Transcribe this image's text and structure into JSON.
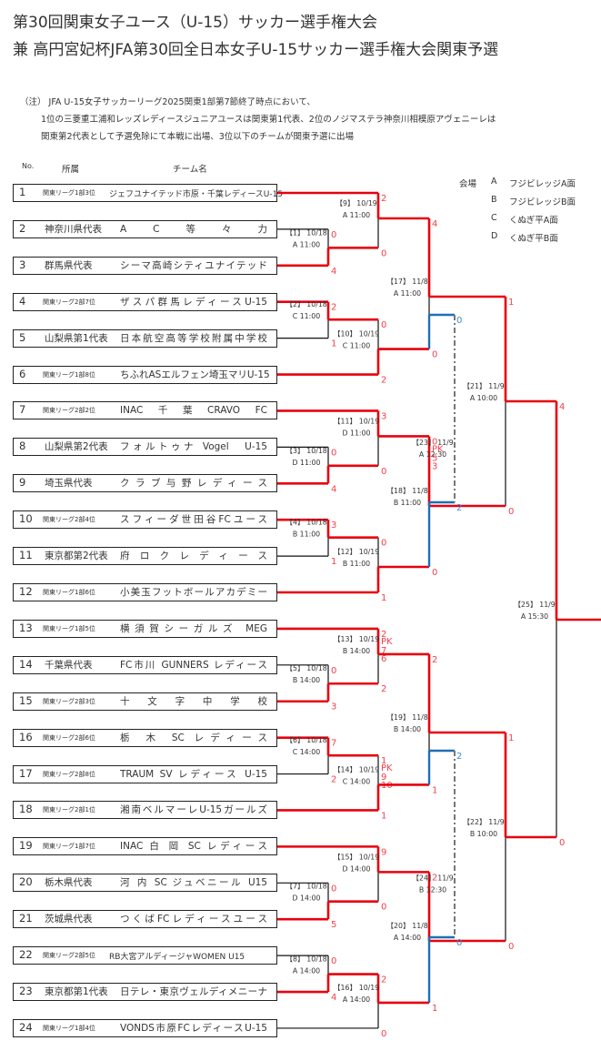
{
  "title": {
    "line1": "第30回関東女子ユース（U-15）サッカー選手権大会",
    "line2": "兼 高円宮妃杯JFA第30回全日本女子U-15サッカー選手権大会関東予選"
  },
  "note": {
    "line1": "（注） JFA U-15女子サッカーリーグ2025関東1部第7節終了時点において、",
    "line2": "1位の三菱重工浦和レッズレディースジュニアユースは関東第1代表、2位のノジマステラ神奈川相模原アヴェニーレは",
    "line3": "関東第2代表として予選免除にて本戦に出場、3位以下のチームが関東予選に出場"
  },
  "headers": {
    "no": "No.",
    "affiliation": "所属",
    "team": "チーム名"
  },
  "venues": {
    "label": "会場",
    "items": [
      {
        "code": "A",
        "name": "フジビレッジA面"
      },
      {
        "code": "B",
        "name": "フジビレッジB面"
      },
      {
        "code": "C",
        "name": "くぬぎ平A面"
      },
      {
        "code": "D",
        "name": "くぬぎ平B面"
      }
    ]
  },
  "colors": {
    "win": "#e8000e",
    "third_place": "#1f6fb5",
    "line": "#111111",
    "dashed": "#777777",
    "score_red": "#f0424e",
    "score_blue": "#3d8fd1"
  },
  "teams": [
    {
      "no": "1",
      "affiliation": "関東リーグ1部3位",
      "name": "ジェフユナイテッド市原・千葉レディースU-15",
      "small_name": true
    },
    {
      "no": "2",
      "affiliation": "神奈川県代表",
      "name": "A　C　等　々　力"
    },
    {
      "no": "3",
      "affiliation": "群馬県代表",
      "name": "シーマ高崎シティユナイテッド"
    },
    {
      "no": "4",
      "affiliation": "関東リーグ2部7位",
      "name": "ザスパ群馬レディースU-15"
    },
    {
      "no": "5",
      "affiliation": "山梨県第1代表",
      "name": "日本航空高等学校附属中学校"
    },
    {
      "no": "6",
      "affiliation": "関東リーグ1部8位",
      "name": "ちふれASエルフェン埼玉マリU-15"
    },
    {
      "no": "7",
      "affiliation": "関東リーグ2部2位",
      "name": "INAC　千　葉　CRAVO　FC"
    },
    {
      "no": "8",
      "affiliation": "山梨県第2代表",
      "name": "フォルトゥナ Vogel　U-15"
    },
    {
      "no": "9",
      "affiliation": "埼玉県代表",
      "name": "クラブ与野レディース"
    },
    {
      "no": "10",
      "affiliation": "関東リーグ2部4位",
      "name": "スフィーダ世田谷FCユース"
    },
    {
      "no": "11",
      "affiliation": "東京都第2代表",
      "name": "府ロクレディース"
    },
    {
      "no": "12",
      "affiliation": "関東リーグ1部6位",
      "name": "小美玉フットボールアカデミー"
    },
    {
      "no": "13",
      "affiliation": "関東リーグ1部5位",
      "name": "横須賀シーガルズ MEG"
    },
    {
      "no": "14",
      "affiliation": "千葉県代表",
      "name": "FC市川 GUNNERS レディース"
    },
    {
      "no": "15",
      "affiliation": "関東リーグ2部3位",
      "name": "十　文　字　中　学　校"
    },
    {
      "no": "16",
      "affiliation": "関東リーグ2部6位",
      "name": "栃 木 SC レディース"
    },
    {
      "no": "17",
      "affiliation": "関東リーグ2部8位",
      "name": "TRAUM SV レディース U-15"
    },
    {
      "no": "18",
      "affiliation": "関東リーグ2部1位",
      "name": "湘南ベルマーレU-15ガールズ"
    },
    {
      "no": "19",
      "affiliation": "関東リーグ1部7位",
      "name": "INAC 白 岡 SC レディース"
    },
    {
      "no": "20",
      "affiliation": "栃木県代表",
      "name": "河 内 SC ジュベニール U15"
    },
    {
      "no": "21",
      "affiliation": "茨城県代表",
      "name": "つくばFCレディースユース"
    },
    {
      "no": "22",
      "affiliation": "関東リーグ2部5位",
      "name": "RB大宮アルディージャWOMEN U15",
      "small_name": true
    },
    {
      "no": "23",
      "affiliation": "東京都第1代表",
      "name": "日テレ・東京ヴェルディメニーナ"
    },
    {
      "no": "24",
      "affiliation": "関東リーグ1部4位",
      "name": "VONDS市原FCレディースU-15"
    }
  ],
  "matches": [
    {
      "id": "1",
      "label": "【1】 10/18",
      "time": "A 11:00",
      "round": 1,
      "top": {
        "team": 2,
        "score": "0"
      },
      "bottom": {
        "team": 3,
        "score": "4"
      },
      "winner": "bottom"
    },
    {
      "id": "2",
      "label": "【2】 10/18",
      "time": "C 11:00",
      "round": 1,
      "top": {
        "team": 4,
        "score": "2"
      },
      "bottom": {
        "team": 5,
        "score": "1"
      },
      "winner": "top"
    },
    {
      "id": "3",
      "label": "【3】 10/18",
      "time": "D 11:00",
      "round": 1,
      "top": {
        "team": 8,
        "score": "0"
      },
      "bottom": {
        "team": 9,
        "score": "4"
      },
      "winner": "bottom"
    },
    {
      "id": "4",
      "label": "【4】 10/18",
      "time": "B 11:00",
      "round": 1,
      "top": {
        "team": 10,
        "score": "3"
      },
      "bottom": {
        "team": 11,
        "score": "1"
      },
      "winner": "top"
    },
    {
      "id": "5",
      "label": "【5】 10/18",
      "time": "B 14:00",
      "round": 1,
      "top": {
        "team": 14,
        "score": "0"
      },
      "bottom": {
        "team": 15,
        "score": "3"
      },
      "winner": "bottom"
    },
    {
      "id": "6",
      "label": "【6】 10/18",
      "time": "C 14:00",
      "round": 1,
      "top": {
        "team": 16,
        "score": "7"
      },
      "bottom": {
        "team": 17,
        "score": "2"
      },
      "winner": "top"
    },
    {
      "id": "7",
      "label": "【7】 10/18",
      "time": "D 14:00",
      "round": 1,
      "top": {
        "team": 20,
        "score": "0"
      },
      "bottom": {
        "team": 21,
        "score": "5"
      },
      "winner": "bottom"
    },
    {
      "id": "8",
      "label": "【8】 10/18",
      "time": "A 14:00",
      "round": 1,
      "top": {
        "team": 22,
        "score": "0"
      },
      "bottom": {
        "team": 23,
        "score": "4"
      },
      "winner": "bottom"
    },
    {
      "id": "9",
      "label": "【9】 10/19",
      "time": "A 11:00",
      "round": 2,
      "top": {
        "team": 1,
        "score": "2"
      },
      "bottom": {
        "from": "1",
        "score": "0"
      },
      "winner": "top"
    },
    {
      "id": "10",
      "label": "【10】 10/19",
      "time": "C 11:00",
      "round": 2,
      "top": {
        "from": "2",
        "score": "0"
      },
      "bottom": {
        "team": 6,
        "score": "2"
      },
      "winner": "bottom"
    },
    {
      "id": "11",
      "label": "【11】 10/19",
      "time": "D 11:00",
      "round": 2,
      "top": {
        "team": 7,
        "score": "3"
      },
      "bottom": {
        "from": "3",
        "score": "0"
      },
      "winner": "top"
    },
    {
      "id": "12",
      "label": "【12】 10/19",
      "time": "B 11:00",
      "round": 2,
      "top": {
        "from": "4",
        "score": "0"
      },
      "bottom": {
        "team": 12,
        "score": "1"
      },
      "winner": "bottom"
    },
    {
      "id": "13",
      "label": "【13】 10/19",
      "time": "B 14:00",
      "round": 2,
      "top": {
        "team": 13,
        "score": "2",
        "pk": "PK",
        "pk_score": "7"
      },
      "bottom": {
        "from": "5",
        "score": "2",
        "pk_score": "6"
      },
      "winner": "top"
    },
    {
      "id": "14",
      "label": "【14】 10/19",
      "time": "C 14:00",
      "round": 2,
      "top": {
        "from": "6",
        "score": "1",
        "pk": "PK",
        "pk_score": "9"
      },
      "bottom": {
        "team": 18,
        "score": "1",
        "pk_score": "10"
      },
      "winner": "bottom"
    },
    {
      "id": "15",
      "label": "【15】 10/19",
      "time": "D 14:00",
      "round": 2,
      "top": {
        "team": 19,
        "score": "9"
      },
      "bottom": {
        "from": "7",
        "score": "0"
      },
      "winner": "top"
    },
    {
      "id": "16",
      "label": "【16】 10/19",
      "time": "A 14:00",
      "round": 2,
      "top": {
        "from": "8",
        "score": "2"
      },
      "bottom": {
        "team": 24,
        "score": "0"
      },
      "winner": "top"
    },
    {
      "id": "17",
      "label": "【17】 11/8",
      "time": "A 11:00",
      "round": 3,
      "top": {
        "from": "9",
        "score": "4"
      },
      "bottom": {
        "from": "10",
        "score": "0"
      },
      "winner": "top"
    },
    {
      "id": "18",
      "label": "【18】 11/8",
      "time": "B 11:00",
      "round": 3,
      "top": {
        "from": "11",
        "score": "0",
        "pk": "PK",
        "pk_score": "5"
      },
      "bottom": {
        "from": "12",
        "score": "0",
        "pk_score": "3"
      },
      "winner": "top"
    },
    {
      "id": "19",
      "label": "【19】 11/8",
      "time": "B 14:00",
      "round": 3,
      "top": {
        "from": "13",
        "score": "2"
      },
      "bottom": {
        "from": "14",
        "score": "1"
      },
      "winner": "top"
    },
    {
      "id": "20",
      "label": "【20】 11/8",
      "time": "A 14:00",
      "round": 3,
      "top": {
        "from": "15",
        "score": "2"
      },
      "bottom": {
        "from": "16",
        "score": "1"
      },
      "winner": "top"
    },
    {
      "id": "21",
      "label": "【21】 11/9",
      "time": "A 10:00",
      "round": 4,
      "top": {
        "from": "17",
        "score": "1"
      },
      "bottom": {
        "from": "18",
        "score": "0"
      },
      "winner": "top"
    },
    {
      "id": "22",
      "label": "【22】 11/9",
      "time": "B 10:00",
      "round": 4,
      "top": {
        "from": "19",
        "score": "1"
      },
      "bottom": {
        "from": "20",
        "score": "0"
      },
      "winner": "top"
    },
    {
      "id": "25",
      "label": "【25】 11/9",
      "time": "A 15:30",
      "round": 5,
      "top": {
        "from": "21",
        "score": "4"
      },
      "bottom": {
        "from": "22",
        "score": "0"
      },
      "winner": "top"
    }
  ],
  "third_place_matches": [
    {
      "id": "23",
      "label": "【23】 11/9",
      "time": "A 12:30",
      "top": {
        "loser_of": "17",
        "score": "0"
      },
      "bottom": {
        "loser_of": "18",
        "score": "2"
      },
      "winner": "bottom"
    },
    {
      "id": "24",
      "label": "【24】 11/9",
      "time": "B 12:30",
      "top": {
        "loser_of": "19",
        "score": "2"
      },
      "bottom": {
        "loser_of": "20",
        "score": "0"
      },
      "winner": "top"
    }
  ]
}
